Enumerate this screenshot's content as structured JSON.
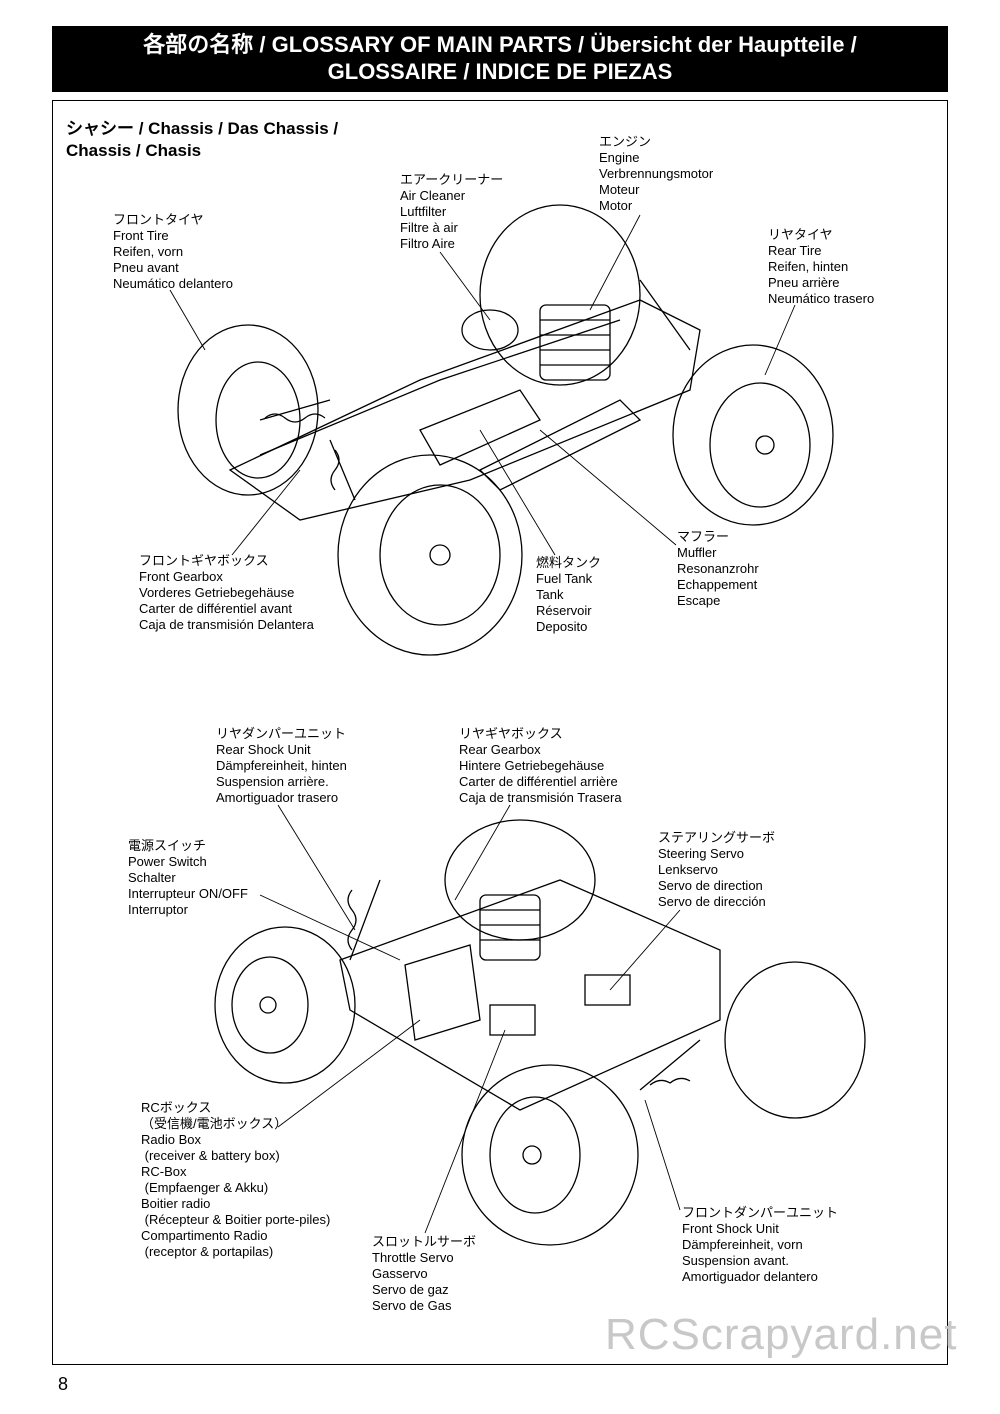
{
  "header": {
    "line1": "各部の名称 / GLOSSARY OF MAIN PARTS / Übersicht der Hauptteile /",
    "line2": "GLOSSAIRE / INDICE DE PIEZAS"
  },
  "section": {
    "title_line1": "シャシー /  Chassis / Das Chassis /",
    "title_line2": "Chassis / Chasis"
  },
  "labels": {
    "engine": [
      "エンジン",
      "Engine",
      "Verbrennungsmotor",
      "Moteur",
      "Motor"
    ],
    "air_cleaner": [
      "エアークリーナー",
      "Air Cleaner",
      "Luftfilter",
      "Filtre à air",
      "Filtro Aire"
    ],
    "front_tire": [
      "フロントタイヤ",
      "Front Tire",
      "Reifen, vorn",
      "Pneu avant",
      "Neumático delantero"
    ],
    "rear_tire": [
      "リヤタイヤ",
      "Rear Tire",
      "Reifen, hinten",
      "Pneu arrière",
      "Neumático trasero"
    ],
    "front_gearbox": [
      "フロントギヤボックス",
      "Front Gearbox",
      "Vorderes Getriebegehäuse",
      "Carter de différentiel avant",
      "Caja de transmisión Delantera"
    ],
    "fuel_tank": [
      "燃料タンク",
      "Fuel Tank",
      "Tank",
      "Réservoir",
      "Deposito"
    ],
    "muffler": [
      "マフラー",
      "Muffler",
      "Resonanzrohr",
      "Echappement",
      "Escape"
    ],
    "rear_shock": [
      "リヤダンパーユニット",
      "Rear Shock Unit",
      "Dämpfereinheit, hinten",
      "Suspension arrière.",
      "Amortiguador trasero"
    ],
    "rear_gearbox": [
      "リヤギヤボックス",
      "Rear Gearbox",
      "Hintere Getriebegehäuse",
      "Carter de différentiel arrière",
      "Caja de transmisión Trasera"
    ],
    "power_switch": [
      "電源スイッチ",
      "Power Switch",
      "Schalter",
      "Interrupteur ON/OFF",
      "Interruptor"
    ],
    "steering_servo": [
      "ステアリングサーボ",
      "Steering Servo",
      "Lenkservo",
      "Servo de direction",
      "Servo de dirección"
    ],
    "rc_box": [
      "RCボックス",
      "（受信機/電池ボックス）",
      "Radio Box",
      " (receiver & battery box)",
      "RC-Box",
      " (Empfaenger & Akku)",
      "Boitier radio",
      " (Récepteur & Boitier porte-piles)",
      "Compartimento Radio",
      " (receptor & portapilas)"
    ],
    "throttle_servo": [
      "スロットルサーボ",
      "Throttle Servo",
      "Gasservo",
      "Servo de gaz",
      "Servo de Gas"
    ],
    "front_shock": [
      "フロントダンパーユニット",
      "Front Shock Unit",
      "Dämpfereinheit, vorn",
      "Suspension avant.",
      "Amortiguador delantero"
    ]
  },
  "watermark": "RCScrapyard.net",
  "page_number": "8"
}
